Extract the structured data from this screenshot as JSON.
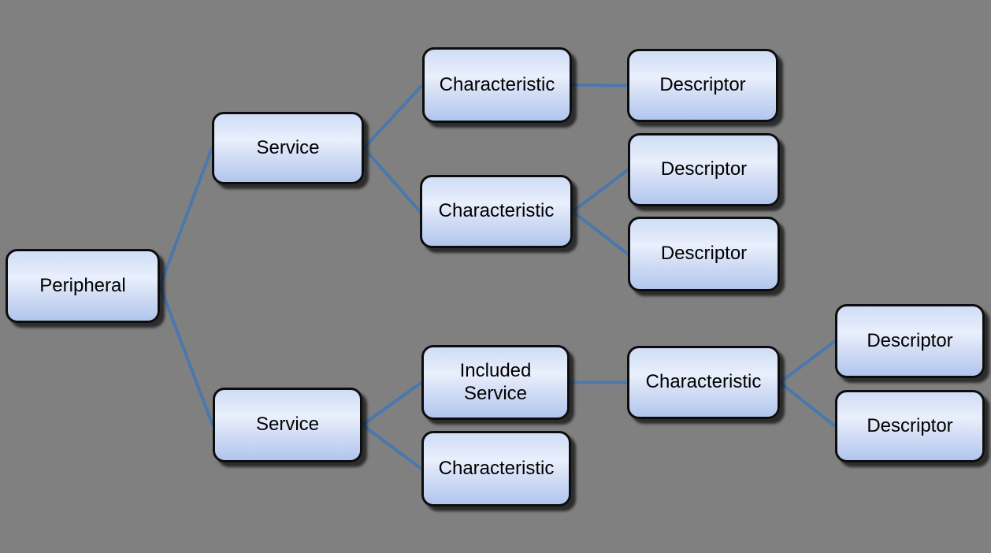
{
  "diagram": {
    "description": "Bluetooth GATT peripheral attribute hierarchy",
    "background_color": "#808080",
    "node_border_color": "#0d0d0d",
    "node_fill_top": "#cfddf6",
    "node_fill_mid": "#e9effc",
    "node_fill_bottom": "#b1c6ee",
    "connector_color": "#4a78ad",
    "nodes": [
      {
        "id": "peripheral",
        "label": "Peripheral"
      },
      {
        "id": "service-1",
        "label": "Service"
      },
      {
        "id": "characteristic-1",
        "label": "Characteristic"
      },
      {
        "id": "descriptor-1",
        "label": "Descriptor"
      },
      {
        "id": "characteristic-2",
        "label": "Characteristic"
      },
      {
        "id": "descriptor-2",
        "label": "Descriptor"
      },
      {
        "id": "descriptor-3",
        "label": "Descriptor"
      },
      {
        "id": "service-2",
        "label": "Service"
      },
      {
        "id": "included-service",
        "label": "Included Service"
      },
      {
        "id": "characteristic-3",
        "label": "Characteristic"
      },
      {
        "id": "characteristic-4",
        "label": "Characteristic"
      },
      {
        "id": "descriptor-4",
        "label": "Descriptor"
      },
      {
        "id": "descriptor-5",
        "label": "Descriptor"
      }
    ],
    "edges": [
      {
        "from": "peripheral",
        "to": "service-1"
      },
      {
        "from": "peripheral",
        "to": "service-2"
      },
      {
        "from": "service-1",
        "to": "characteristic-1"
      },
      {
        "from": "service-1",
        "to": "characteristic-2"
      },
      {
        "from": "characteristic-1",
        "to": "descriptor-1"
      },
      {
        "from": "characteristic-2",
        "to": "descriptor-2"
      },
      {
        "from": "characteristic-2",
        "to": "descriptor-3"
      },
      {
        "from": "service-2",
        "to": "included-service"
      },
      {
        "from": "service-2",
        "to": "characteristic-3"
      },
      {
        "from": "included-service",
        "to": "characteristic-4"
      },
      {
        "from": "characteristic-4",
        "to": "descriptor-4"
      },
      {
        "from": "characteristic-4",
        "to": "descriptor-5"
      }
    ]
  }
}
